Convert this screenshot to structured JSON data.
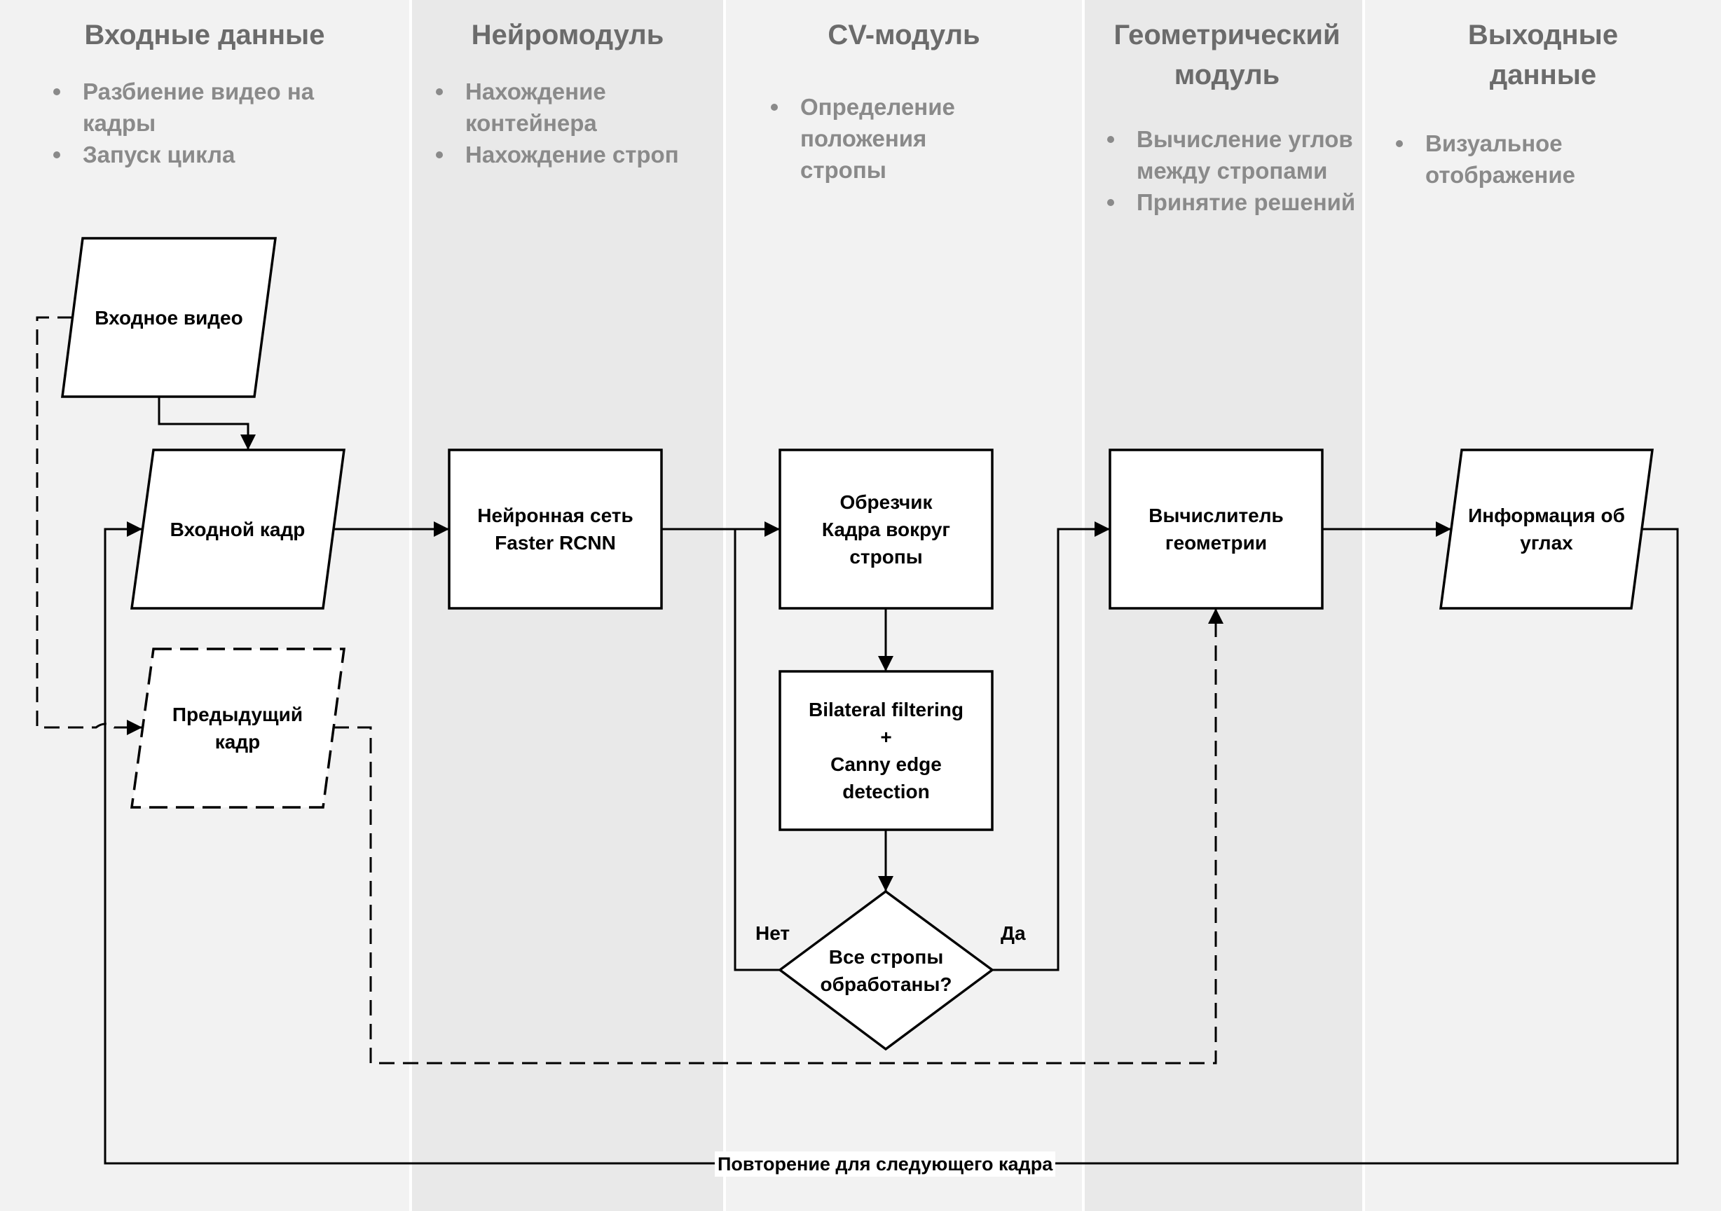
{
  "lanes": [
    {
      "title": "Входные данные",
      "bullets": [
        "Разбиение видео на кадры",
        "Запуск цикла"
      ]
    },
    {
      "title": "Нейромодуль",
      "bullets": [
        "Нахождение контейнера",
        "Нахождение строп"
      ]
    },
    {
      "title": "CV-модуль",
      "bullets": [
        "Определение положения стропы"
      ]
    },
    {
      "title": "Геометрический модуль",
      "bullets": [
        "Вычисление углов между стропами",
        "Принятие решений"
      ]
    },
    {
      "title": "Выходные данные",
      "bullets": [
        "Визуальное отображение"
      ]
    }
  ],
  "nodes": {
    "input_video": "Входное видео",
    "input_frame": "Входной кадр",
    "prev_frame": "Предыдущий\nкадр",
    "neural_net": "Нейронная сеть\nFaster RCNN",
    "cropper": "Обрезчик\nКадра вокруг\nстропы",
    "filtering": "Bilateral filtering\n+\nCanny edge\ndetection",
    "decision": "Все стропы\nобработаны?",
    "geometry": "Вычислитель\nгеометрии",
    "angles_info": "Информация об\nуглах"
  },
  "edges": {
    "no_label": "Нет",
    "yes_label": "Да",
    "loop_label": "Повторение для следующего кадра"
  },
  "colors": {
    "lane_light": "#f2f2f2",
    "lane_dark": "#e9e9e9",
    "lane_title": "#6b6b6b",
    "bullet_text": "#8a8a8a",
    "stroke": "#000000"
  }
}
